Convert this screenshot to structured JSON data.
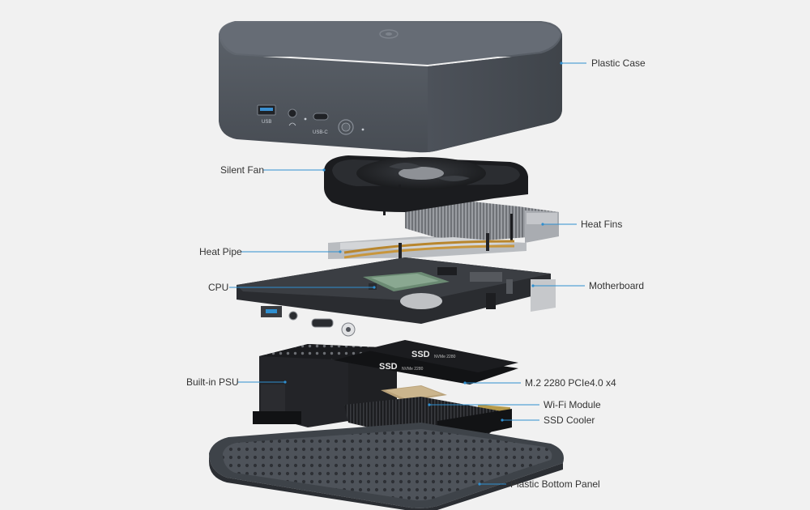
{
  "callouts": {
    "plastic_case": "Plastic Case",
    "silent_fan": "Silent Fan",
    "heat_fins": "Heat Fins",
    "heat_pipe": "Heat Pipe",
    "cpu": "CPU",
    "motherboard": "Motherboard",
    "built_in_psu": "Built-in PSU",
    "m2": "M.2 2280 PCIe4.0 x4",
    "wifi": "Wi-Fi Module",
    "ssd_cooler": "SSD Cooler",
    "bottom_panel": "Plastic Bottom Panel"
  },
  "ports": {
    "usb": "USB",
    "usb_c": "USB-C"
  },
  "ssd": {
    "label": "SSD",
    "sub": "NVMe 2280"
  },
  "colors": {
    "case": "#5a6068",
    "line": "#2f8fd0",
    "background": "#f1f1f1"
  },
  "icons": {
    "headphone": "headphone-icon",
    "power": "power-button-icon",
    "logo": "logo-icon"
  }
}
